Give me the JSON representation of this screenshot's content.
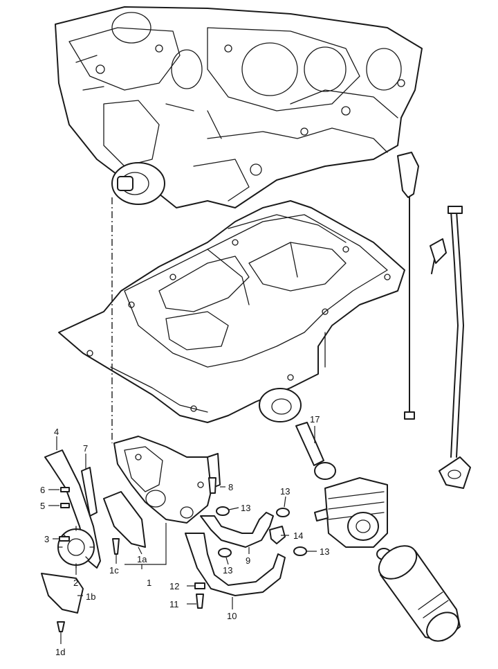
{
  "callouts": {
    "c4": "4",
    "c7": "7",
    "c6": "6",
    "c5": "5",
    "c3": "3",
    "c2": "2",
    "c1a": "1a",
    "c1c": "1c",
    "c1": "1",
    "c1b": "1b",
    "c1d": "1d",
    "c8": "8",
    "c13a": "13",
    "c13b": "13",
    "c13c": "13",
    "c13d": "13",
    "c14": "14",
    "c9": "9",
    "c12": "12",
    "c11": "11",
    "c10": "10",
    "c17": "17"
  }
}
